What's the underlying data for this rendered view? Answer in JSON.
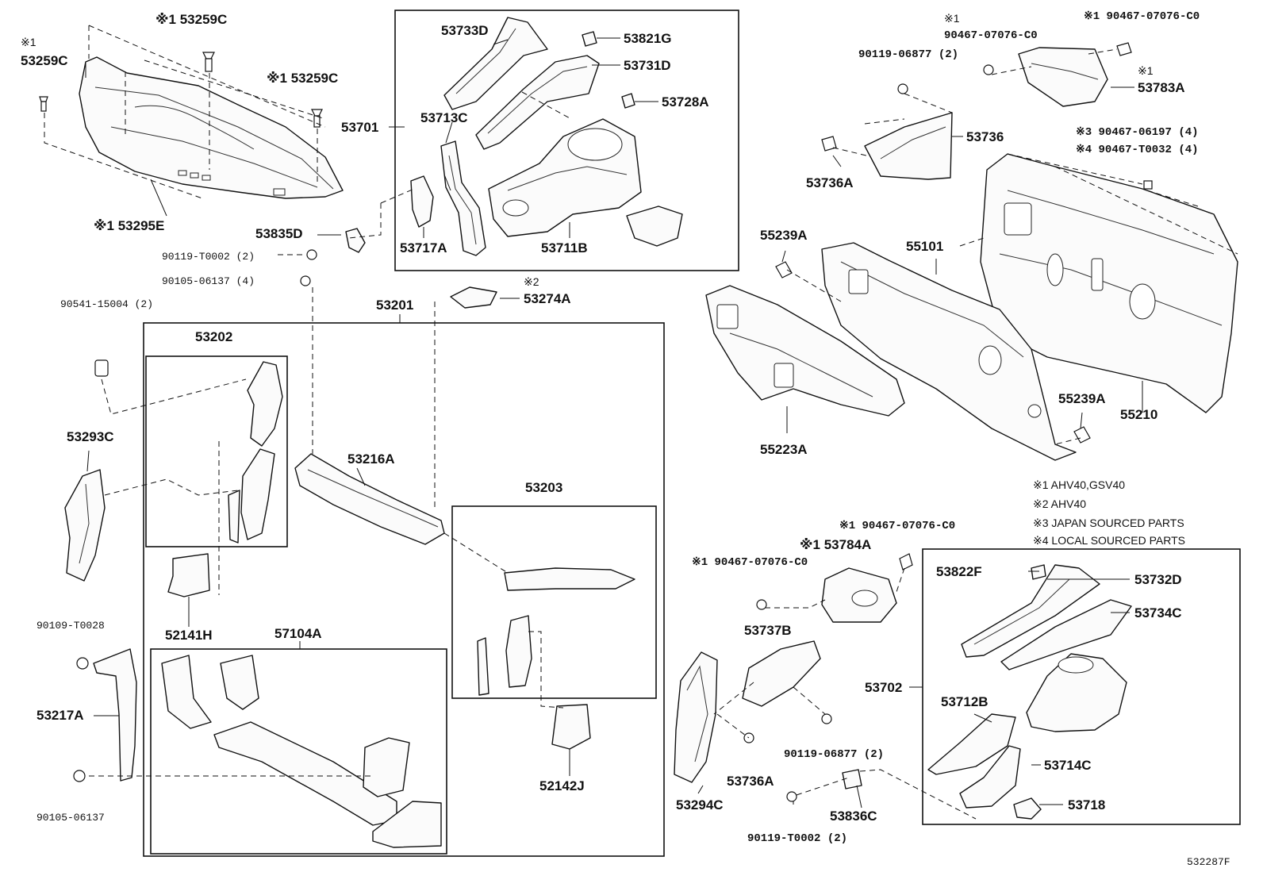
{
  "diagram_code": "532287F",
  "notes": [
    {
      "mark": "※1",
      "text": "AHV40,GSV40"
    },
    {
      "mark": "※2",
      "text": "AHV40"
    },
    {
      "mark": "※3",
      "text": "JAPAN SOURCED PARTS"
    },
    {
      "mark": "※4",
      "text": "LOCAL SOURCED PARTS"
    }
  ],
  "callouts": {
    "c53259C_a_mark": "※1",
    "c53259C_a": "53259C",
    "c53259C_b": "※1 53259C",
    "c53259C_c": "※1 53259C",
    "c53295E": "※1 53295E",
    "c53835D": "53835D",
    "c90119_T0002_a": "90119-T0002 (2)",
    "c90105_06137_a": "90105-06137 (4)",
    "c90541_15004": "90541-15004 (2)",
    "c53293C": "53293C",
    "c90109_T0028": "90109-T0028",
    "c53217A": "53217A",
    "c90105_06137_b": "90105-06137",
    "c53733D": "53733D",
    "c53821G": "53821G",
    "c53731D": "53731D",
    "c53728A": "53728A",
    "c53701": "53701",
    "c53713C": "53713C",
    "c53717A": "53717A",
    "c53711B": "53711B",
    "c53201": "53201",
    "c53274A_mark": "※2",
    "c53274A": "53274A",
    "c53202": "53202",
    "c53216A": "53216A",
    "c52141H": "52141H",
    "c53203": "53203",
    "c57104A": "57104A",
    "c52142J": "52142J",
    "c90467_07076_a_mark": "※1",
    "c90467_07076_a": "90467-07076-C0",
    "c90467_07076_b": "※1 90467-07076-C0",
    "c90119_06877_a": "90119-06877 (2)",
    "c53783A_mark": "※1",
    "c53783A": "53783A",
    "c53736": "53736",
    "c90467_06197": "※3 90467-06197 (4)",
    "c90467_T0032": "※4 90467-T0032 (4)",
    "c53736A_a": "53736A",
    "c55239A_a": "55239A",
    "c55101": "55101",
    "c55239A_b": "55239A",
    "c55210": "55210",
    "c55223A": "55223A",
    "c90467_07076_c": "※1 90467-07076-C0",
    "c53784A": "※1 53784A",
    "c90467_07076_d": "※1 90467-07076-C0",
    "c53737B": "53737B",
    "c90119_06877_b": "90119-06877 (2)",
    "c53736A_b": "53736A",
    "c53294C": "53294C",
    "c53836C": "53836C",
    "c90119_T0002_b": "90119-T0002 (2)",
    "c53702": "53702",
    "c53822F": "53822F",
    "c53732D": "53732D",
    "c53734C": "53734C",
    "c53712B": "53712B",
    "c53714C": "53714C",
    "c53718": "53718"
  }
}
